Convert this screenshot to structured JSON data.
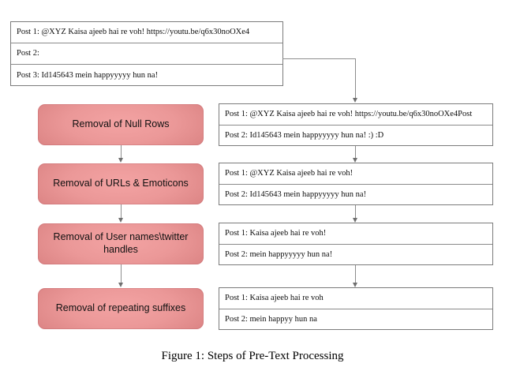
{
  "figure": {
    "caption": "Figure 1: Steps of Pre-Text Processing"
  },
  "source_table": {
    "name": "raw-posts",
    "rows": [
      "Post 1: @XYZ Kaisa ajeeb hai re voh! https://youtu.be/q6x30noOXe4",
      "Post 2:",
      "Post 3: Id145643 mein happyyyyy hun na!"
    ]
  },
  "steps": [
    {
      "label": "Removal of Null Rows"
    },
    {
      "label": "Removal of URLs & Emoticons"
    },
    {
      "label": "Removal of User names\\twitter handles"
    },
    {
      "label": "Removal of repeating suffixes"
    }
  ],
  "stage_tables": [
    {
      "rows": [
        "Post 1: @XYZ Kaisa ajeeb hai re voh! https://youtu.be/q6x30noOXe4Post",
        "Post 2: Id145643 mein happyyyyy hun na! :) :D"
      ]
    },
    {
      "rows": [
        "Post 1: @XYZ Kaisa ajeeb hai re voh!",
        "Post 2: Id145643 mein happyyyyy hun na!"
      ]
    },
    {
      "rows": [
        "Post 1: Kaisa ajeeb hai re voh!",
        "Post 2: mein happyyyyy hun na!"
      ]
    },
    {
      "rows": [
        "Post 1: Kaisa ajeeb hai re voh",
        "Post 2: mein happyy hun na"
      ]
    }
  ],
  "colors": {
    "step_fill_light": "#f3a3a3",
    "step_fill_dark": "#d06f72",
    "table_border": "#7b7b7b",
    "connector": "#8d8d8d",
    "text": "#111111",
    "background": "#ffffff"
  }
}
